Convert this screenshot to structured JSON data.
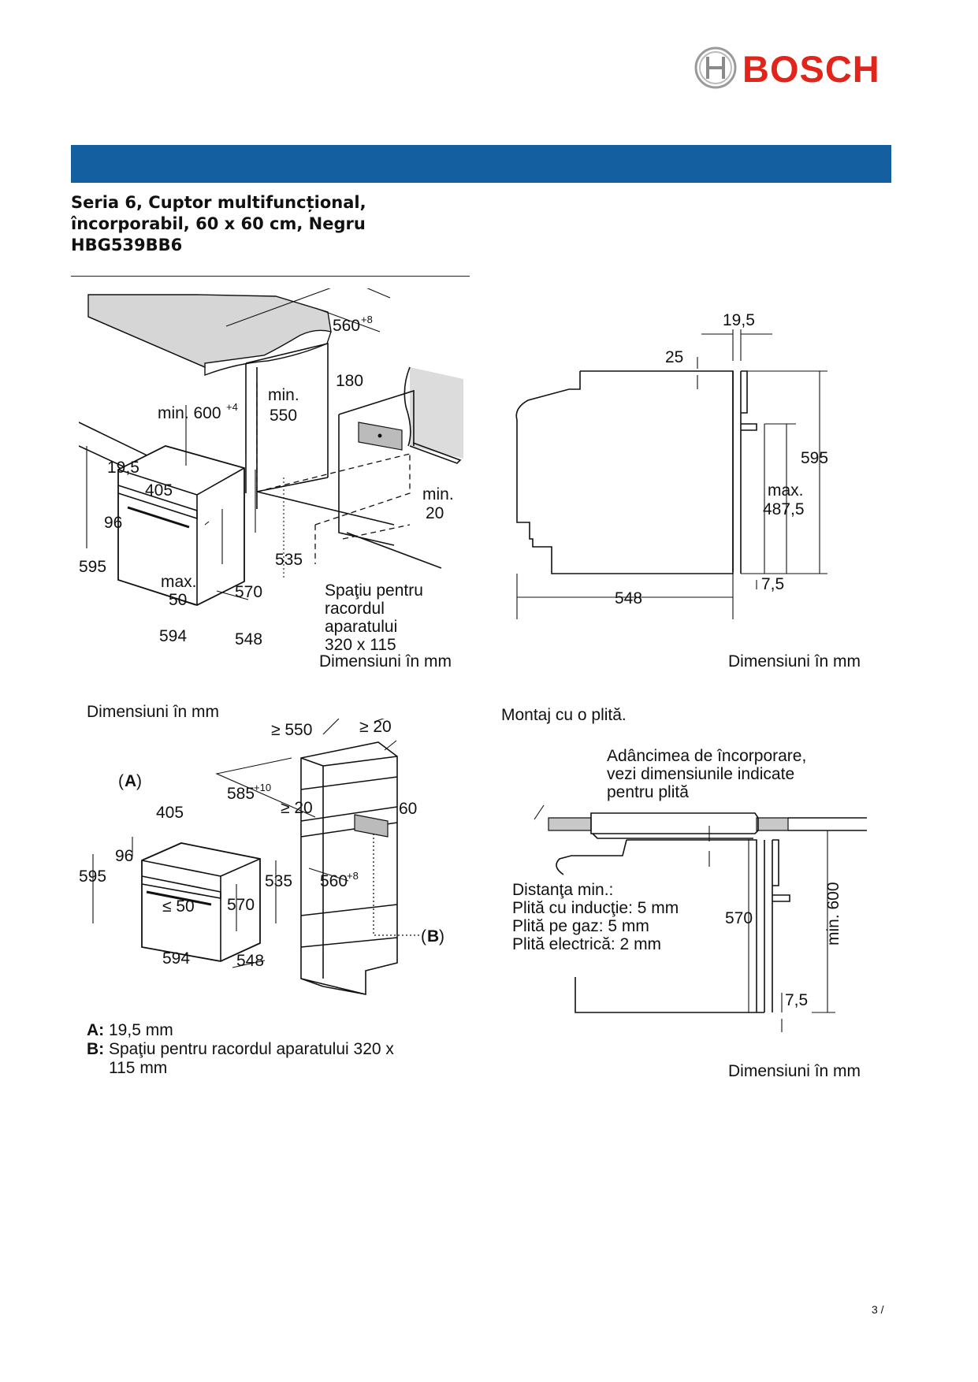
{
  "brand": {
    "name": "BOSCH",
    "logo_icon": "bosch-armature-logo",
    "color": "#e2241a"
  },
  "header": {
    "bar_color": "#135f9f"
  },
  "title": {
    "line1": "Seria 6, Cuptor multifuncțional,",
    "line2": "încorporabil, 60 x 60 cm, Negru",
    "model": "HBG539BB6"
  },
  "figures": {
    "installation": {
      "dims": {
        "d560": "560",
        "d560_sup": "+8",
        "min600": "min. 600",
        "min600_sup": "+4",
        "min550_a": "min.",
        "min550_b": "550",
        "d180": "180",
        "d19_5": "19,5",
        "d405": "405",
        "d96": "96",
        "d595": "595",
        "max50_a": "max.",
        "max50_b": "50",
        "d570": "570",
        "d535": "535",
        "d594": "594",
        "d548": "548",
        "min20_a": "min.",
        "min20_b": "20"
      },
      "note": [
        "Spaţiu pentru",
        "racordul",
        "aparatului",
        "320 x 115"
      ],
      "caption": "Dimensiuni în mm"
    },
    "side_view": {
      "dims": {
        "d19_5": "19,5",
        "d25": "25",
        "d595": "595",
        "max487_a": "max.",
        "max487_b": "487,5",
        "d7_5": "7,5",
        "d548": "548"
      },
      "caption": "Dimensiuni în mm"
    },
    "tall_cabinet": {
      "caption_top": "Dimensiuni în mm",
      "dims": {
        "ge550": "≥ 550",
        "ge20_top": "≥ 20",
        "labelA": "A",
        "d585": "585",
        "d585_sup": "+10",
        "ge20_mid": "≥ 20",
        "d60": "60",
        "d405": "405",
        "d96": "96",
        "d595": "595",
        "d535": "535",
        "d560": "560",
        "d560_sup": "+8",
        "le50": "≤ 50",
        "d570": "570",
        "labelB": "B",
        "d594": "594",
        "d548": "548"
      },
      "legend": [
        {
          "key": "A:",
          "text": "19,5 mm"
        },
        {
          "key": "B:",
          "text": "Spaţiu pentru racordul aparatului 320 x",
          "text2": "115 mm"
        }
      ]
    },
    "hob_mount": {
      "caption_top": "Montaj cu o plită.",
      "note_top": [
        "Adâncimea de încorporare,",
        "vezi dimensiunile indicate",
        "pentru plită"
      ],
      "note_min": [
        "Distanţa min.:",
        "Plită cu inducţie: 5 mm",
        "Plită pe gaz: 5 mm",
        "Plită electrică: 2 mm"
      ],
      "dims": {
        "d570": "570",
        "min600": "min. 600",
        "d7_5": "7,5"
      },
      "caption": "Dimensiuni în mm"
    }
  },
  "footer": {
    "page": "3 /"
  }
}
